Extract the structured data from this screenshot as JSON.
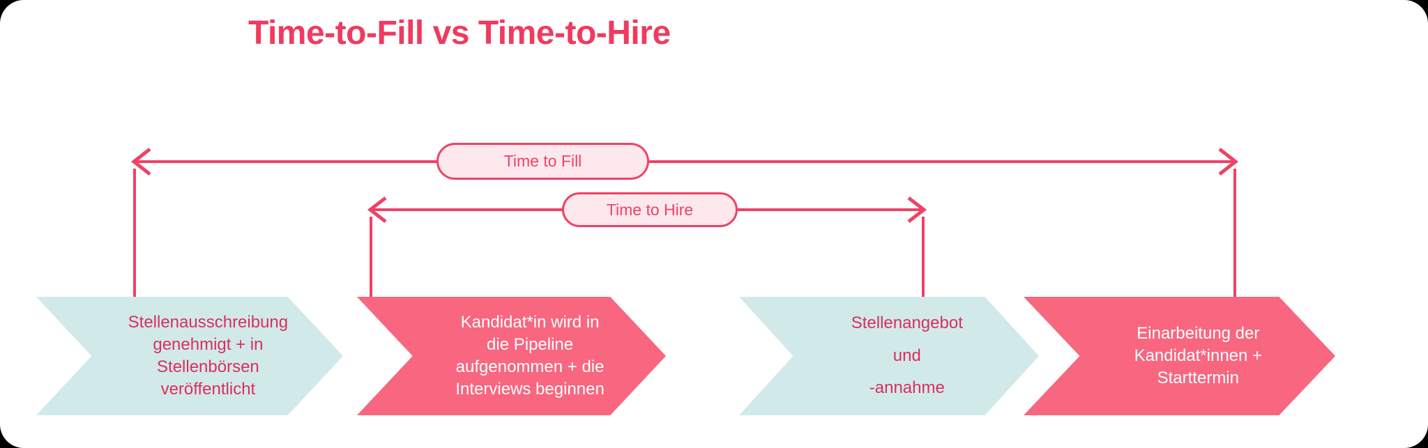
{
  "title": "Time-to-Fill vs Time-to-Hire",
  "colors": {
    "accent_pink": "#F03A5F",
    "chevron_pink": "#F8667F",
    "chevron_blue": "#D2E9E9",
    "pill_fill": "#FDE8EE",
    "pill_border": "#EE4266",
    "blue_text": "#D8305C",
    "background": "#FFFFFF"
  },
  "measures": [
    {
      "id": "time-to-fill",
      "label": "Time to Fill",
      "span_from_stage": 1,
      "span_to_stage": 4,
      "arrow_style": "double-headed"
    },
    {
      "id": "time-to-hire",
      "label": "Time to Hire",
      "span_from_stage": 2,
      "span_to_stage": 3,
      "arrow_style": "double-headed"
    }
  ],
  "stages": [
    {
      "index": 1,
      "color": "blue",
      "lines": [
        "Stellenausschreibung",
        "genehmigt + in",
        "Stellenbörsen",
        "veröffentlicht"
      ]
    },
    {
      "index": 2,
      "color": "pink",
      "lines": [
        "Kandidat*in wird in",
        "die Pipeline",
        "aufgenommen + die",
        "Interviews beginnen"
      ]
    },
    {
      "index": 3,
      "color": "blue",
      "lines": [
        "Stellenangebot",
        "und",
        "-annahme"
      ]
    },
    {
      "index": 4,
      "color": "pink",
      "lines": [
        "Einarbeitung der",
        "Kandidat*innen +",
        "Starttermin"
      ]
    }
  ]
}
